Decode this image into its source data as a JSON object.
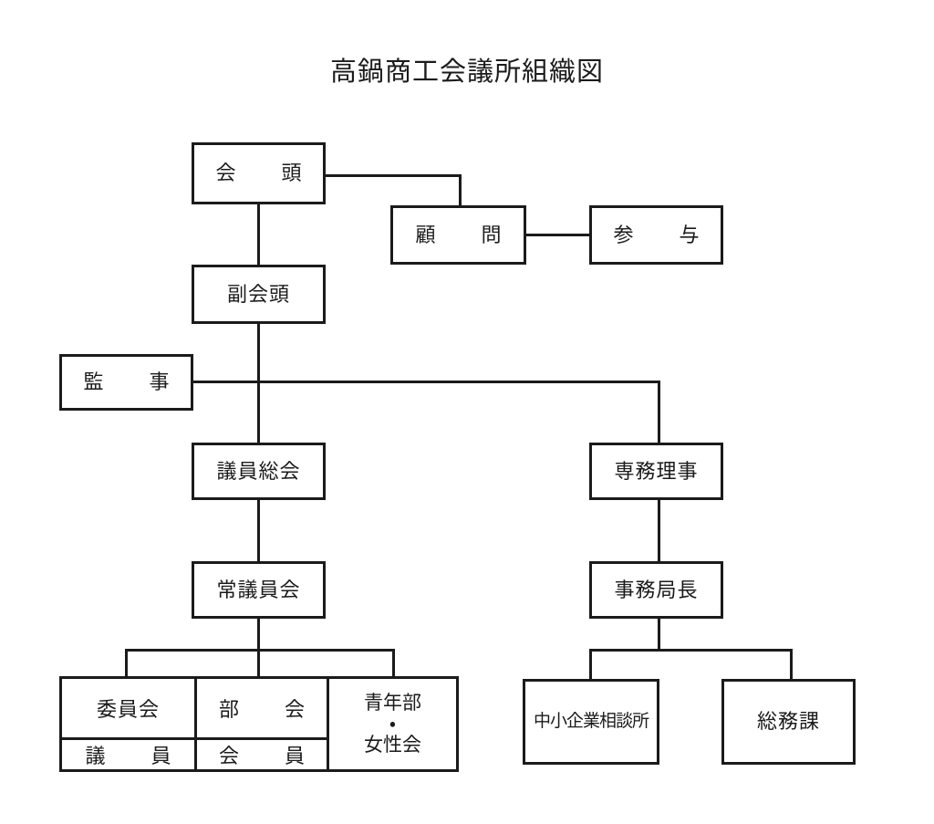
{
  "document": {
    "title": "高鍋商工会議所組織図",
    "type": "organization-chart",
    "line_color": "#1b1b1b",
    "background_color": "#ffffff"
  },
  "nodes": {
    "chairman": {
      "label": "会　頭"
    },
    "advisor": {
      "label": "顧　問"
    },
    "counselor": {
      "label": "参　与"
    },
    "vice_chairman": {
      "label": "副会頭"
    },
    "auditor": {
      "label": "監　事"
    },
    "general_assembly": {
      "label": "議員総会"
    },
    "standing_committee": {
      "label": "常議員会"
    },
    "managing_director": {
      "label": "専務理事"
    },
    "secretary_general": {
      "label": "事務局長"
    },
    "committee": {
      "label": "委員会"
    },
    "committee_members": {
      "label": "議　員"
    },
    "section_meeting": {
      "label": "部　会"
    },
    "section_members": {
      "label": "会　員"
    },
    "youth_women": {
      "label": "青年部\n・\n女性会"
    },
    "sme_consultation": {
      "label": "中小企業相談所"
    },
    "general_affairs": {
      "label": "総務課"
    }
  },
  "chart_data": {
    "type": "org-chart",
    "title": "高鍋商工会議所組織図",
    "nodes": [
      {
        "id": "chairman",
        "label": "会　頭",
        "level": 1
      },
      {
        "id": "advisor",
        "label": "顧　問",
        "level": 2
      },
      {
        "id": "counselor",
        "label": "参　与",
        "level": 2
      },
      {
        "id": "vice_chairman",
        "label": "副会頭",
        "level": 2
      },
      {
        "id": "auditor",
        "label": "監　事",
        "level": 3
      },
      {
        "id": "general_assembly",
        "label": "議員総会",
        "level": 4
      },
      {
        "id": "managing_director",
        "label": "専務理事",
        "level": 4
      },
      {
        "id": "standing_committee",
        "label": "常議員会",
        "level": 5
      },
      {
        "id": "secretary_general",
        "label": "事務局長",
        "level": 5
      },
      {
        "id": "committee",
        "label": "委員会",
        "level": 6
      },
      {
        "id": "committee_members",
        "label": "議　員",
        "level": 7
      },
      {
        "id": "section_meeting",
        "label": "部　会",
        "level": 6
      },
      {
        "id": "section_members",
        "label": "会　員",
        "level": 7
      },
      {
        "id": "youth_women",
        "label": "青年部・女性会",
        "level": 6
      },
      {
        "id": "sme_consultation",
        "label": "中小企業相談所",
        "level": 6
      },
      {
        "id": "general_affairs",
        "label": "総務課",
        "level": 6
      }
    ],
    "edges": [
      {
        "from": "chairman",
        "to": "advisor"
      },
      {
        "from": "advisor",
        "to": "counselor"
      },
      {
        "from": "chairman",
        "to": "vice_chairman"
      },
      {
        "from": "vice_chairman",
        "to": "general_assembly"
      },
      {
        "from": "auditor",
        "to": "managing_director"
      },
      {
        "from": "general_assembly",
        "to": "standing_committee"
      },
      {
        "from": "managing_director",
        "to": "secretary_general"
      },
      {
        "from": "standing_committee",
        "to": "committee"
      },
      {
        "from": "standing_committee",
        "to": "section_meeting"
      },
      {
        "from": "standing_committee",
        "to": "youth_women"
      },
      {
        "from": "secretary_general",
        "to": "sme_consultation"
      },
      {
        "from": "secretary_general",
        "to": "general_affairs"
      },
      {
        "from": "committee",
        "to": "committee_members"
      },
      {
        "from": "section_meeting",
        "to": "section_members"
      }
    ]
  }
}
